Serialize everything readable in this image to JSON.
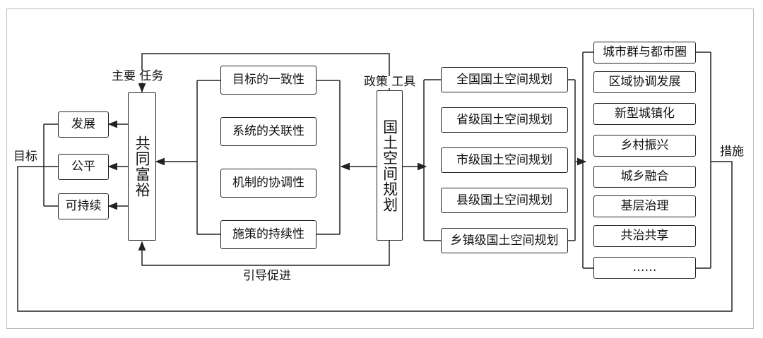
{
  "goals": {
    "label": "目标",
    "items": [
      "发展",
      "公平",
      "可持续"
    ]
  },
  "common_prosperity": "共同富裕",
  "main_task_label": "主要 任务",
  "properties": [
    "目标的一致性",
    "系统的关联性",
    "机制的协调性",
    "施策的持续性"
  ],
  "policy_tool_label": "政策 工具",
  "guide_promote_label": "引导促进",
  "national_spatial_planning": "国土空间规划",
  "planning_levels": [
    "全国国土空间规划",
    "省级国土空间规划",
    "市级国土空间规划",
    "县级国土空间规划",
    "乡镇级国土空间规划"
  ],
  "measures": {
    "label": "措施",
    "items": [
      "城市群与都市圈",
      "区域协调发展",
      "新型城镇化",
      "乡村振兴",
      "城乡融合",
      "基层治理",
      "共治共享",
      "……"
    ]
  }
}
